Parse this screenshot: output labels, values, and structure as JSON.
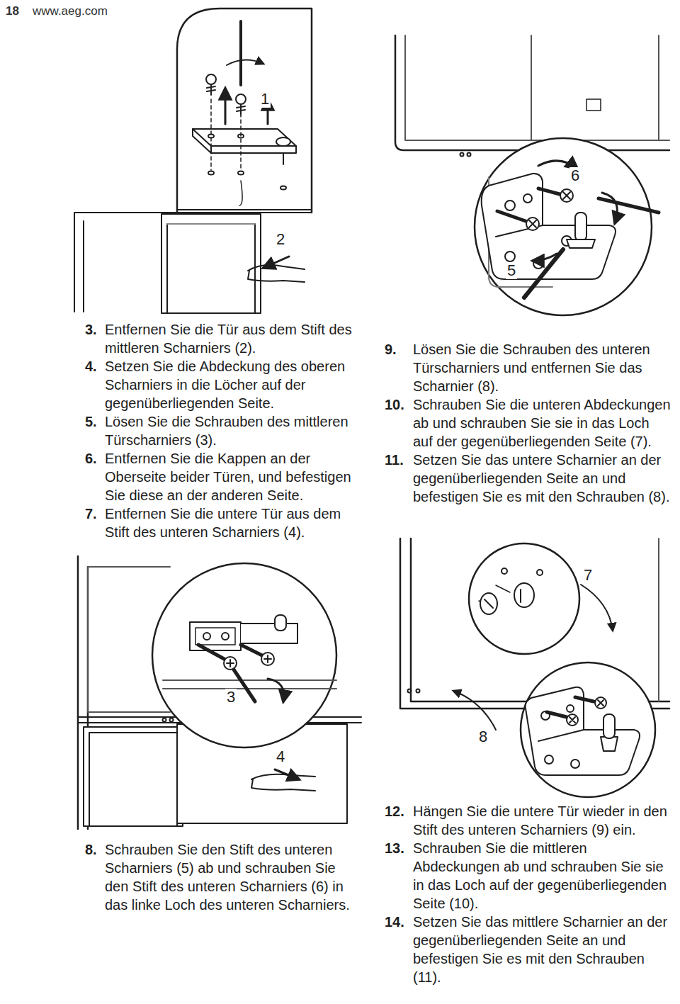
{
  "diagram": {
    "labels": [
      "18",
      "www.aeg.com",
      "1",
      "2",
      "6",
      "5",
      "3.",
      "Entfernen Sie die Tür aus dem Stift des mittleren Scharniers (2).",
      "4.",
      "Setzen Sie die Abdeckung des oberen Scharniers in die Löcher auf der gegenüberliegenden Seite.",
      "5.",
      "Lösen Sie die Schrauben des mittleren Türscharniers (3).",
      "6.",
      "Entfernen Sie die Kappen an der Oberseite beider Türen, und befestigen Sie diese an der anderen Seite.",
      "7.",
      "Entfernen Sie die untere Tür aus dem Stift des unteren Scharniers (4).",
      "9.",
      "Lösen Sie die Schrauben des unteren Türscharniers und entfernen Sie das Scharnier (8).",
      "10.",
      "Schrauben Sie die unteren Abdeckungen ab und schrauben Sie sie in das Loch auf der gegenüberliegenden Seite (7).",
      "11.",
      "Setzen Sie das untere Scharnier an der gegenüberliegenden Seite an und befestigen Sie es mit den Schrauben (8).",
      "7",
      "3",
      "8",
      "4",
      "8.",
      "Schrauben Sie den Stift des unteren Scharniers (5) ab und schrauben Sie den Stift des unteren Scharniers (6) in das linke Loch des unteren Scharniers.",
      "12.",
      "Hängen Sie die untere Tür wieder in den Stift des unteren Scharniers (9) ein.",
      "13.",
      "Schrauben Sie die mittleren Abdeckungen ab und schrauben Sie sie in das Loch auf der gegenüberliegenden Seite (10).",
      "14.",
      "Setzen Sie das mittlere Scharnier an der gegenüberliegenden Seite an und befestigen Sie es mit den Schrauben (11)."
    ]
  }
}
